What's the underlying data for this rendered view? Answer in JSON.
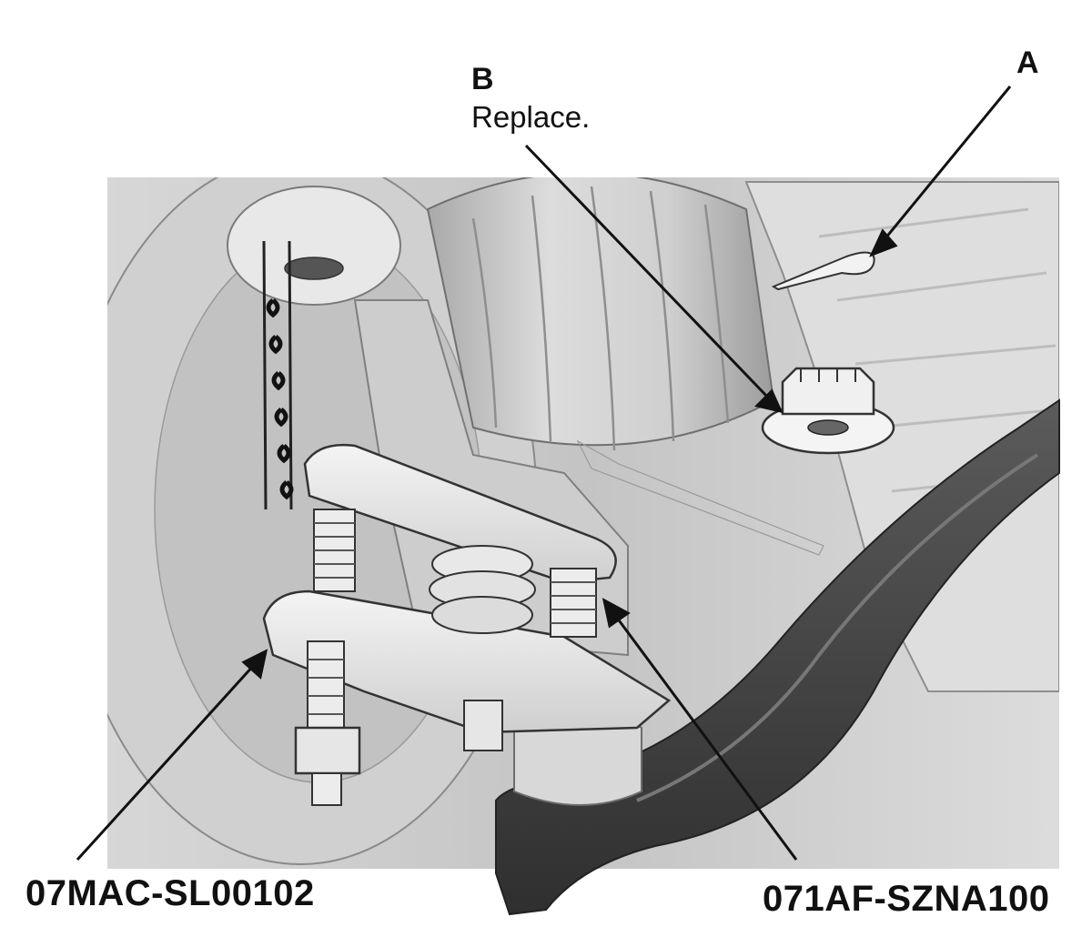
{
  "callouts": {
    "a": {
      "letter": "A"
    },
    "b": {
      "letter": "B",
      "note": "Replace."
    }
  },
  "tools": {
    "left": {
      "part_number": "07MAC-SL00102"
    },
    "right": {
      "part_number": "071AF-SZNA100"
    }
  },
  "colors": {
    "background": "#ffffff",
    "illustration_light": "#e2e2e2",
    "illustration_mid": "#b9b9b9",
    "illustration_dark": "#555555",
    "lower_arm": "#3f3f3f",
    "line": "#111111"
  }
}
